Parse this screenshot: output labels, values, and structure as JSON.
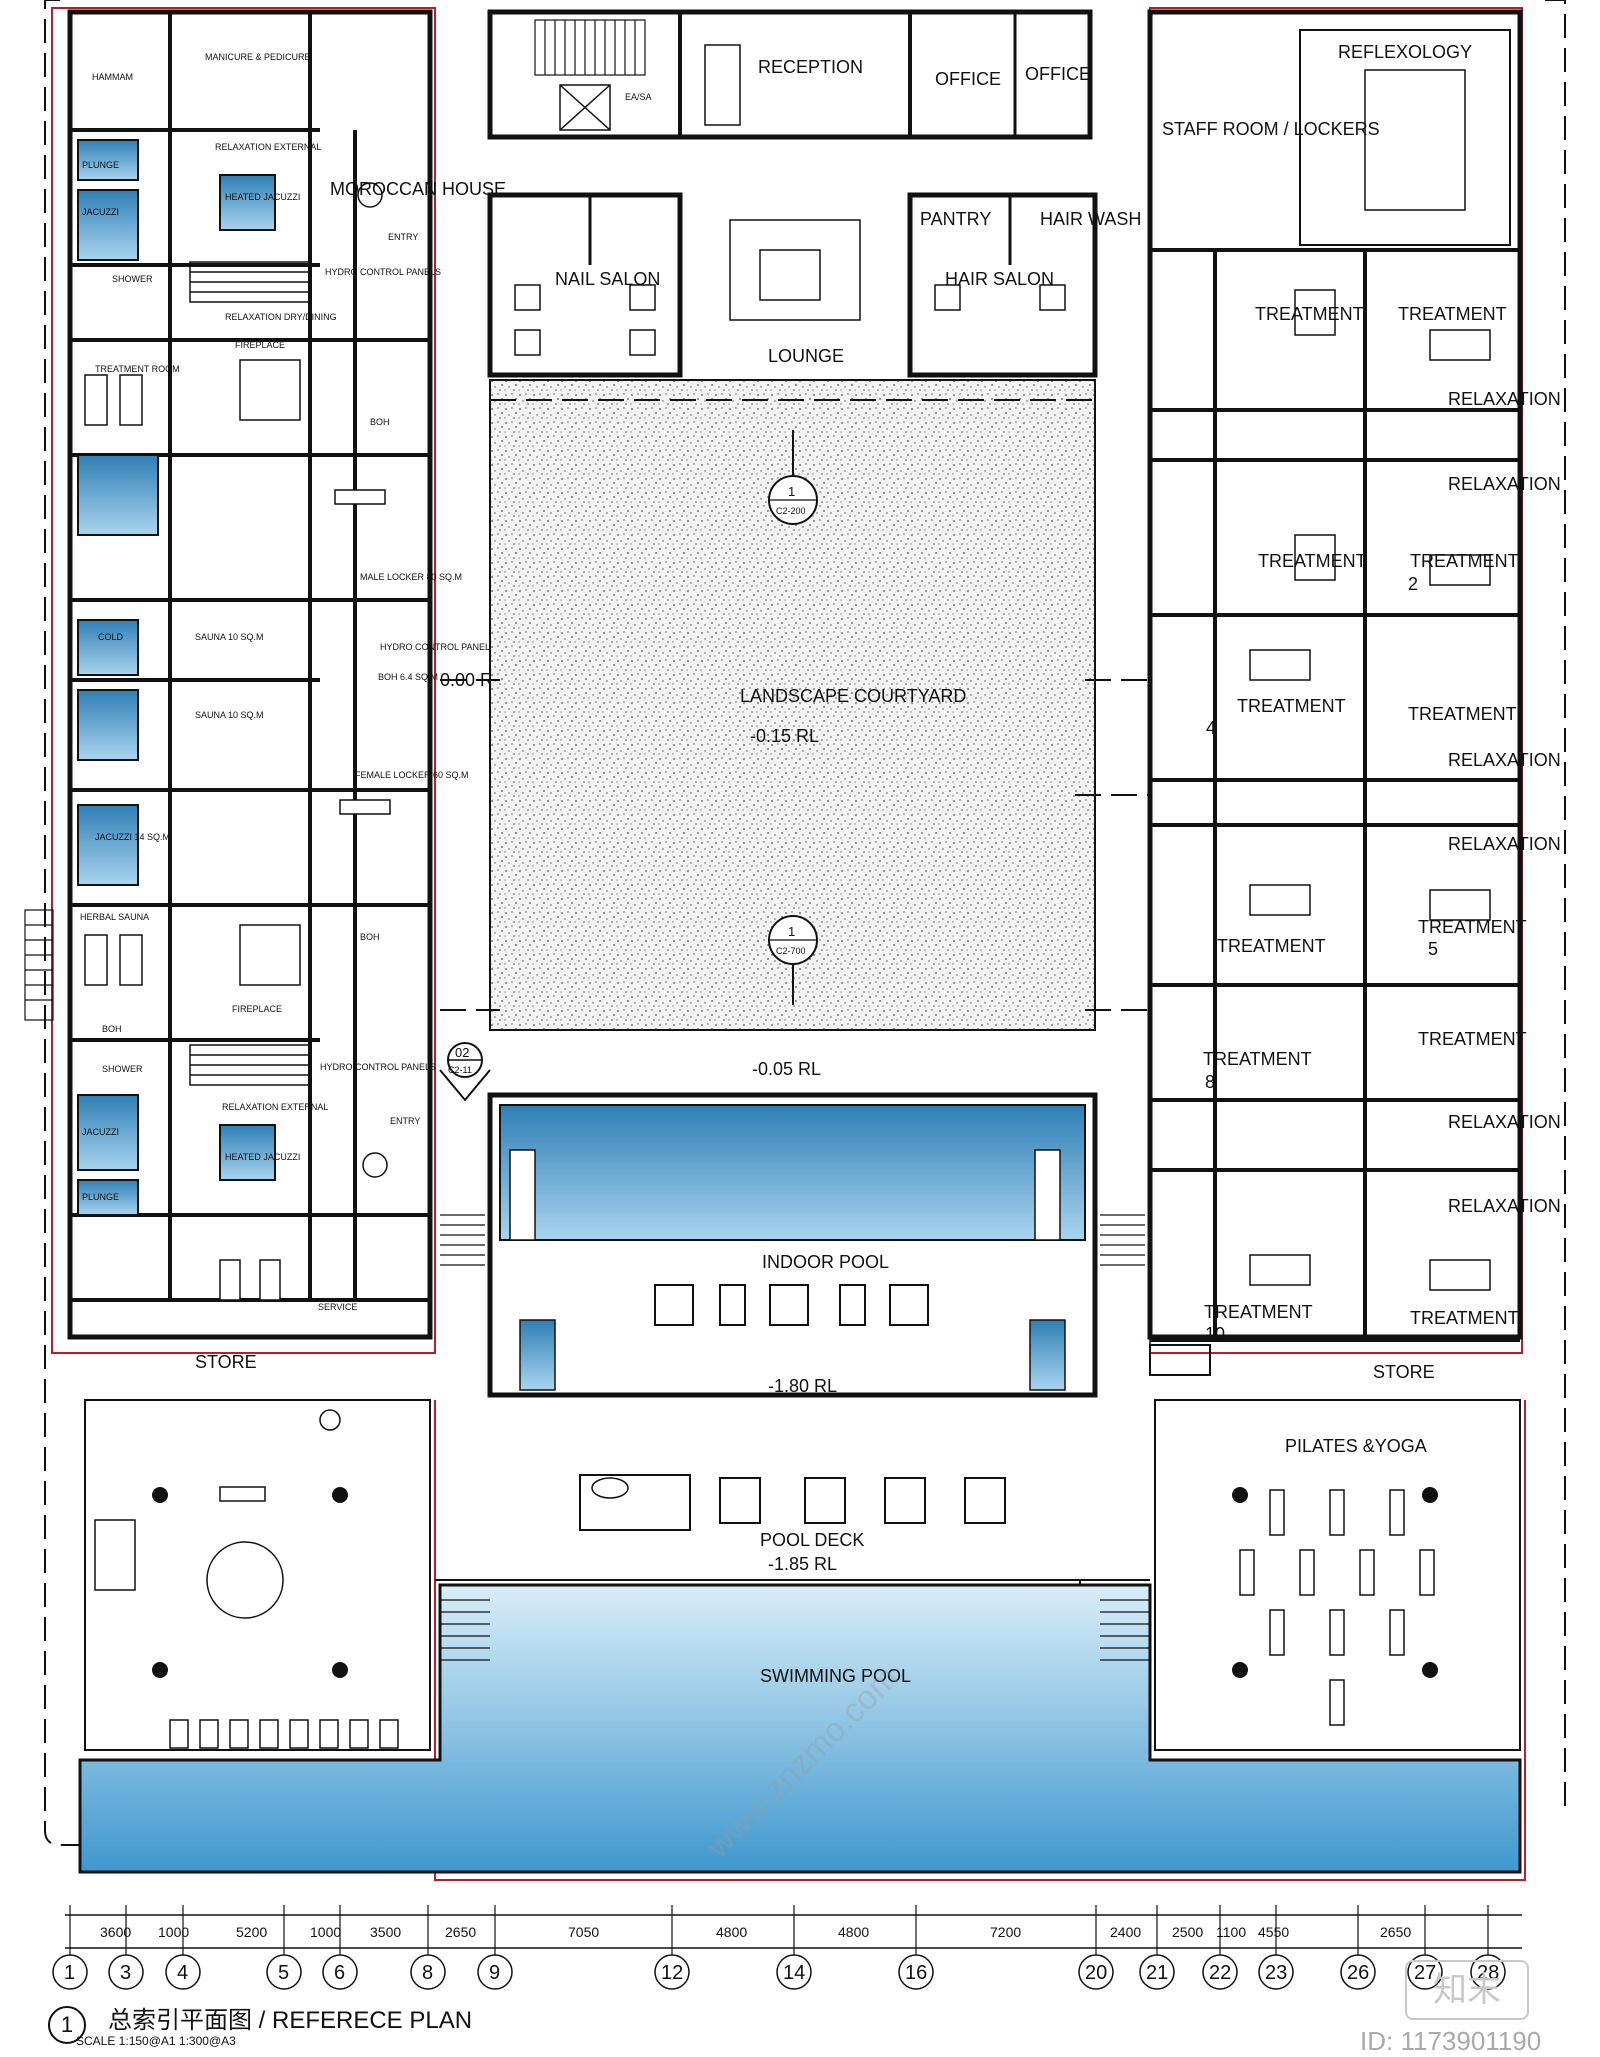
{
  "drawing": {
    "title": "总索引平面图 / REFERECE PLAN",
    "sheet_number": "1",
    "scale": "SCALE 1:150@A1   1:300@A3",
    "id_tag": "ID: 1173901190",
    "logo_text": "知末",
    "watermark": "www.znzmo.com"
  },
  "colors": {
    "water": "#5aa8d8",
    "water_light": "#bfe0f2",
    "outline": "#b3202a",
    "wall": "#111111",
    "courtyard": "#d9d9d9"
  },
  "rooms": {
    "hammam": "HAMMAM",
    "manicure": "MANICURE & PEDICURE",
    "relax_external_top": "RELAXATION EXTERNAL",
    "plunge_top": "PLUNGE",
    "jacuzzi_top": "JACUZZI",
    "heated_top": "HEATED JACUZZI",
    "moroccan": "MOROCCAN HOUSE",
    "entry_top": "ENTRY",
    "shower_top": "SHOWER",
    "relax_dining": "RELAXATION DRY/DINING",
    "hydro_top": "HYDRO CONTROL PANELS",
    "treatment_room": "TREATMENT ROOM",
    "fireplace_top": "FIREPLACE",
    "boh_top": "BOH",
    "male_locker": "MALE LOCKER 80 SQ.M",
    "cold": "COLD",
    "sauna1": "SAUNA 10 SQ.M",
    "sauna2": "SAUNA 10 SQ.M",
    "hydro_mid": "HYDRO CONTROL PANELS",
    "boh_mid": "BOH 6.4 SQ.M",
    "rl_000": "0.00 RL",
    "female_locker": "FEMALE LOCKER 60 SQ.M",
    "jacuzzi_mid": "JACUZZI 14 SQ.M",
    "herbal_sauna": "HERBAL SAUNA",
    "boh_low": "BOH",
    "fireplace_low": "FIREPLACE",
    "boh_low2": "BOH",
    "section_tag_top": "02",
    "section_tag_bottom": "C2-11",
    "shower_low": "SHOWER",
    "relax_external_low": "RELAXATION EXTERNAL",
    "hydro_low": "HYDRO CONTROL PANELS",
    "entry_low": "ENTRY",
    "jacuzzi_low": "JACUZZI",
    "plunge_low": "PLUNGE",
    "heated_low": "HEATED JACUZZI",
    "service": "SERVICE",
    "store_left": "STORE",
    "reception": "RECEPTION",
    "easa": "EA/SA",
    "office1": "OFFICE",
    "office2": "OFFICE",
    "nail_salon": "NAIL SALON",
    "lounge": "LOUNGE",
    "pantry": "PANTRY",
    "hair_wash": "HAIR WASH",
    "hair_salon": "HAIR SALON",
    "courtyard": "LANDSCAPE COURTYARD",
    "courtyard_rl": "-0.15 RL",
    "section_mark_1": "1",
    "section_mark_1_ref": "C2-200",
    "section_mark_2": "1",
    "section_mark_2_ref": "C2-700",
    "rl_005": "-0.05 RL",
    "indoor_pool": "INDOOR POOL",
    "rl_180": "-1.80 RL",
    "pool_deck": "POOL DECK",
    "rl_185": "-1.85 RL",
    "swimming_pool": "SWIMMING POOL",
    "reflexology": "REFLEXOLOGY",
    "staff_room": "STAFF ROOM / LOCKERS",
    "treatment_1a": "TREATMENT",
    "treatment_1b": "TREATMENT",
    "relaxation_1": "RELAXATION",
    "relaxation_2": "RELAXATION",
    "treatment_2a": "TREATMENT",
    "treatment_2b": "TREATMENT",
    "treatment_2b_no": "2",
    "treatment_3a": "TREATMENT",
    "treatment_3a_no": "4",
    "treatment_3b": "TREATMENT",
    "relaxation_3": "RELAXATION",
    "relaxation_4": "RELAXATION",
    "treatment_4a": "TREATMENT",
    "treatment_4b": "TREATMENT",
    "treatment_4b_no": "5",
    "treatment_5a": "TREATMENT",
    "treatment_5a_no": "8",
    "treatment_5b": "TREATMENT",
    "relaxation_5": "RELAXATION",
    "relaxation_6": "RELAXATION",
    "treatment_6a": "TREATMENT",
    "treatment_6a_no": "10",
    "treatment_6b": "TREATMENT",
    "store_right": "STORE",
    "pilates": "PILATES &YOGA"
  },
  "dimensions": {
    "spans": [
      "3600",
      "1000",
      "5200",
      "1000",
      "3500",
      "2650",
      "7050",
      "4800",
      "4800",
      "7200",
      "2400",
      "2500",
      "1100",
      "4550",
      "2650"
    ]
  },
  "grid_axes": [
    "1",
    "3",
    "4",
    "5",
    "6",
    "8",
    "9",
    "12",
    "14",
    "16",
    "20",
    "21",
    "22",
    "23",
    "26",
    "27",
    "28"
  ]
}
